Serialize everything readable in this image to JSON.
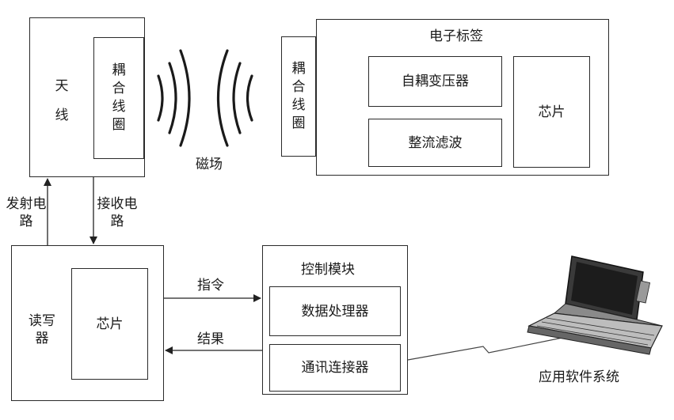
{
  "antenna": {
    "label_line1": "天",
    "label_line2": "线"
  },
  "reader_coil": {
    "label": "耦合线圈"
  },
  "tag_coil": {
    "label": "耦合线圈"
  },
  "field": {
    "label": "磁场"
  },
  "tag": {
    "title": "电子标签",
    "autotransformer": "自耦变压器",
    "rectifier": "整流滤波",
    "chip": "芯片"
  },
  "transmit": {
    "line1": "发射电",
    "line2": "路"
  },
  "receive": {
    "line1": "接收电",
    "line2": "路"
  },
  "reader": {
    "label_line1": "读写",
    "label_line2": "器",
    "chip": "芯片"
  },
  "control": {
    "title": "控制模块",
    "processor": "数据处理器",
    "connector": "通讯连接器"
  },
  "command_label": "指令",
  "result_label": "结果",
  "software": {
    "label": "应用软件系统"
  }
}
